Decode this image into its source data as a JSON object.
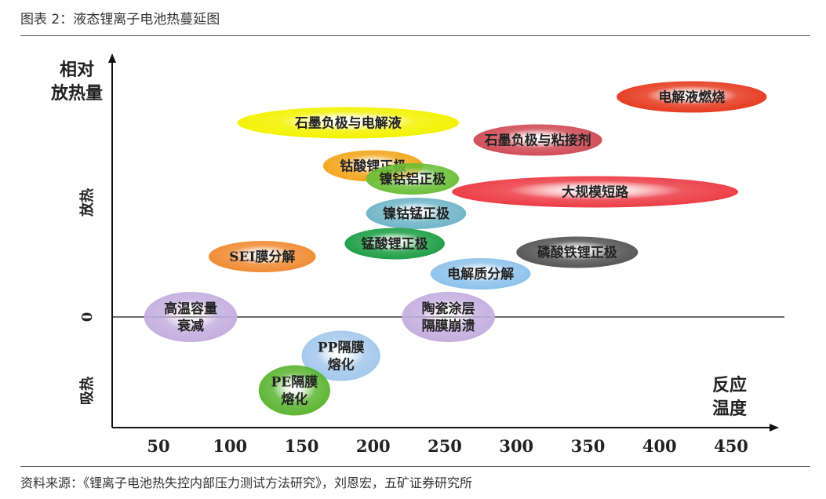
{
  "header": {
    "title": "图表 2：液态锂离子电池热蔓延图"
  },
  "footer": {
    "source": "资料来源：《锂离子电池热失控内部压力测试方法研究》，刘恩宏，五矿证券研究所"
  },
  "colors": {
    "electrolyte_combustion": "#e63a1f",
    "graphite_anode_electrolyte": "#f3f200",
    "graphite_anode_binder": "#d04b55",
    "lco_cathode": "#f3a51c",
    "nca_cathode": "#6cbf3a",
    "large_short_circuit": "#ec3b44",
    "ncm_cathode": "#6fb5c8",
    "lmo_cathode": "#1e9e45",
    "sei_decomposition": "#f08a32",
    "lfp_cathode": "#555555",
    "electrolyte_decomposition": "#8dc2ec",
    "ceramic_coated_separator_collapse": "#c4aedf",
    "high_temp_capacity_fade": "#c4aedf",
    "pp_separator_melting": "#a3c8ec",
    "pe_separator_melting": "#5cb533"
  },
  "chart_data": {
    "type": "scatter",
    "title": "",
    "xlabel": "反应\n温度",
    "ylabel": "相对\n放热量",
    "xlim": [
      25,
      480
    ],
    "x_ticks": [
      50,
      100,
      150,
      200,
      250,
      300,
      350,
      400,
      450
    ],
    "y_regions": {
      "upper": "放热",
      "zero": "0",
      "lower": "吸热"
    },
    "y_note": "relative heat release, 0 = baseline",
    "ylim": [
      -1,
      3
    ],
    "grid": false,
    "legend": "none",
    "points": [
      {
        "label": "电解液燃烧",
        "x": [
          370,
          475
        ],
        "y": 2.55,
        "color_key": "electrolyte_combustion"
      },
      {
        "label": "石墨负极与电解液",
        "x": [
          105,
          260
        ],
        "y": 2.25,
        "color_key": "graphite_anode_electrolyte"
      },
      {
        "label": "石墨负极与粘接剂",
        "x": [
          270,
          360
        ],
        "y": 2.05,
        "color_key": "graphite_anode_binder"
      },
      {
        "label": "钴酸锂正极",
        "x": [
          165,
          235
        ],
        "y": 1.75,
        "color_key": "lco_cathode"
      },
      {
        "label": "镍钴铝正极",
        "x": [
          195,
          260
        ],
        "y": 1.6,
        "color_key": "nca_cathode"
      },
      {
        "label": "大规模短路",
        "x": [
          255,
          455
        ],
        "y": 1.45,
        "color_key": "large_short_circuit"
      },
      {
        "label": "镍钴锰正极",
        "x": [
          195,
          265
        ],
        "y": 1.2,
        "color_key": "ncm_cathode"
      },
      {
        "label": "锰酸锂正极",
        "x": [
          180,
          250
        ],
        "y": 0.85,
        "color_key": "lmo_cathode"
      },
      {
        "label": "SEI膜分解",
        "x": [
          85,
          160
        ],
        "y": 0.7,
        "color_key": "sei_decomposition"
      },
      {
        "label": "磷酸铁锂正极",
        "x": [
          300,
          385
        ],
        "y": 0.75,
        "color_key": "lfp_cathode"
      },
      {
        "label": "电解质分解",
        "x": [
          240,
          310
        ],
        "y": 0.5,
        "color_key": "electrolyte_decomposition"
      },
      {
        "label": "陶瓷涂层\n隔膜崩溃",
        "x": [
          220,
          285
        ],
        "y": 0.0,
        "color_key": "ceramic_coated_separator_collapse"
      },
      {
        "label": "高温容量\n衰减",
        "x": [
          40,
          105
        ],
        "y": 0.0,
        "color_key": "high_temp_capacity_fade"
      },
      {
        "label": "PP隔膜\n熔化",
        "x": [
          150,
          205
        ],
        "y": -0.45,
        "color_key": "pp_separator_melting"
      },
      {
        "label": "PE隔膜\n熔化",
        "x": [
          120,
          170
        ],
        "y": -0.85,
        "color_key": "pe_separator_melting"
      }
    ]
  }
}
